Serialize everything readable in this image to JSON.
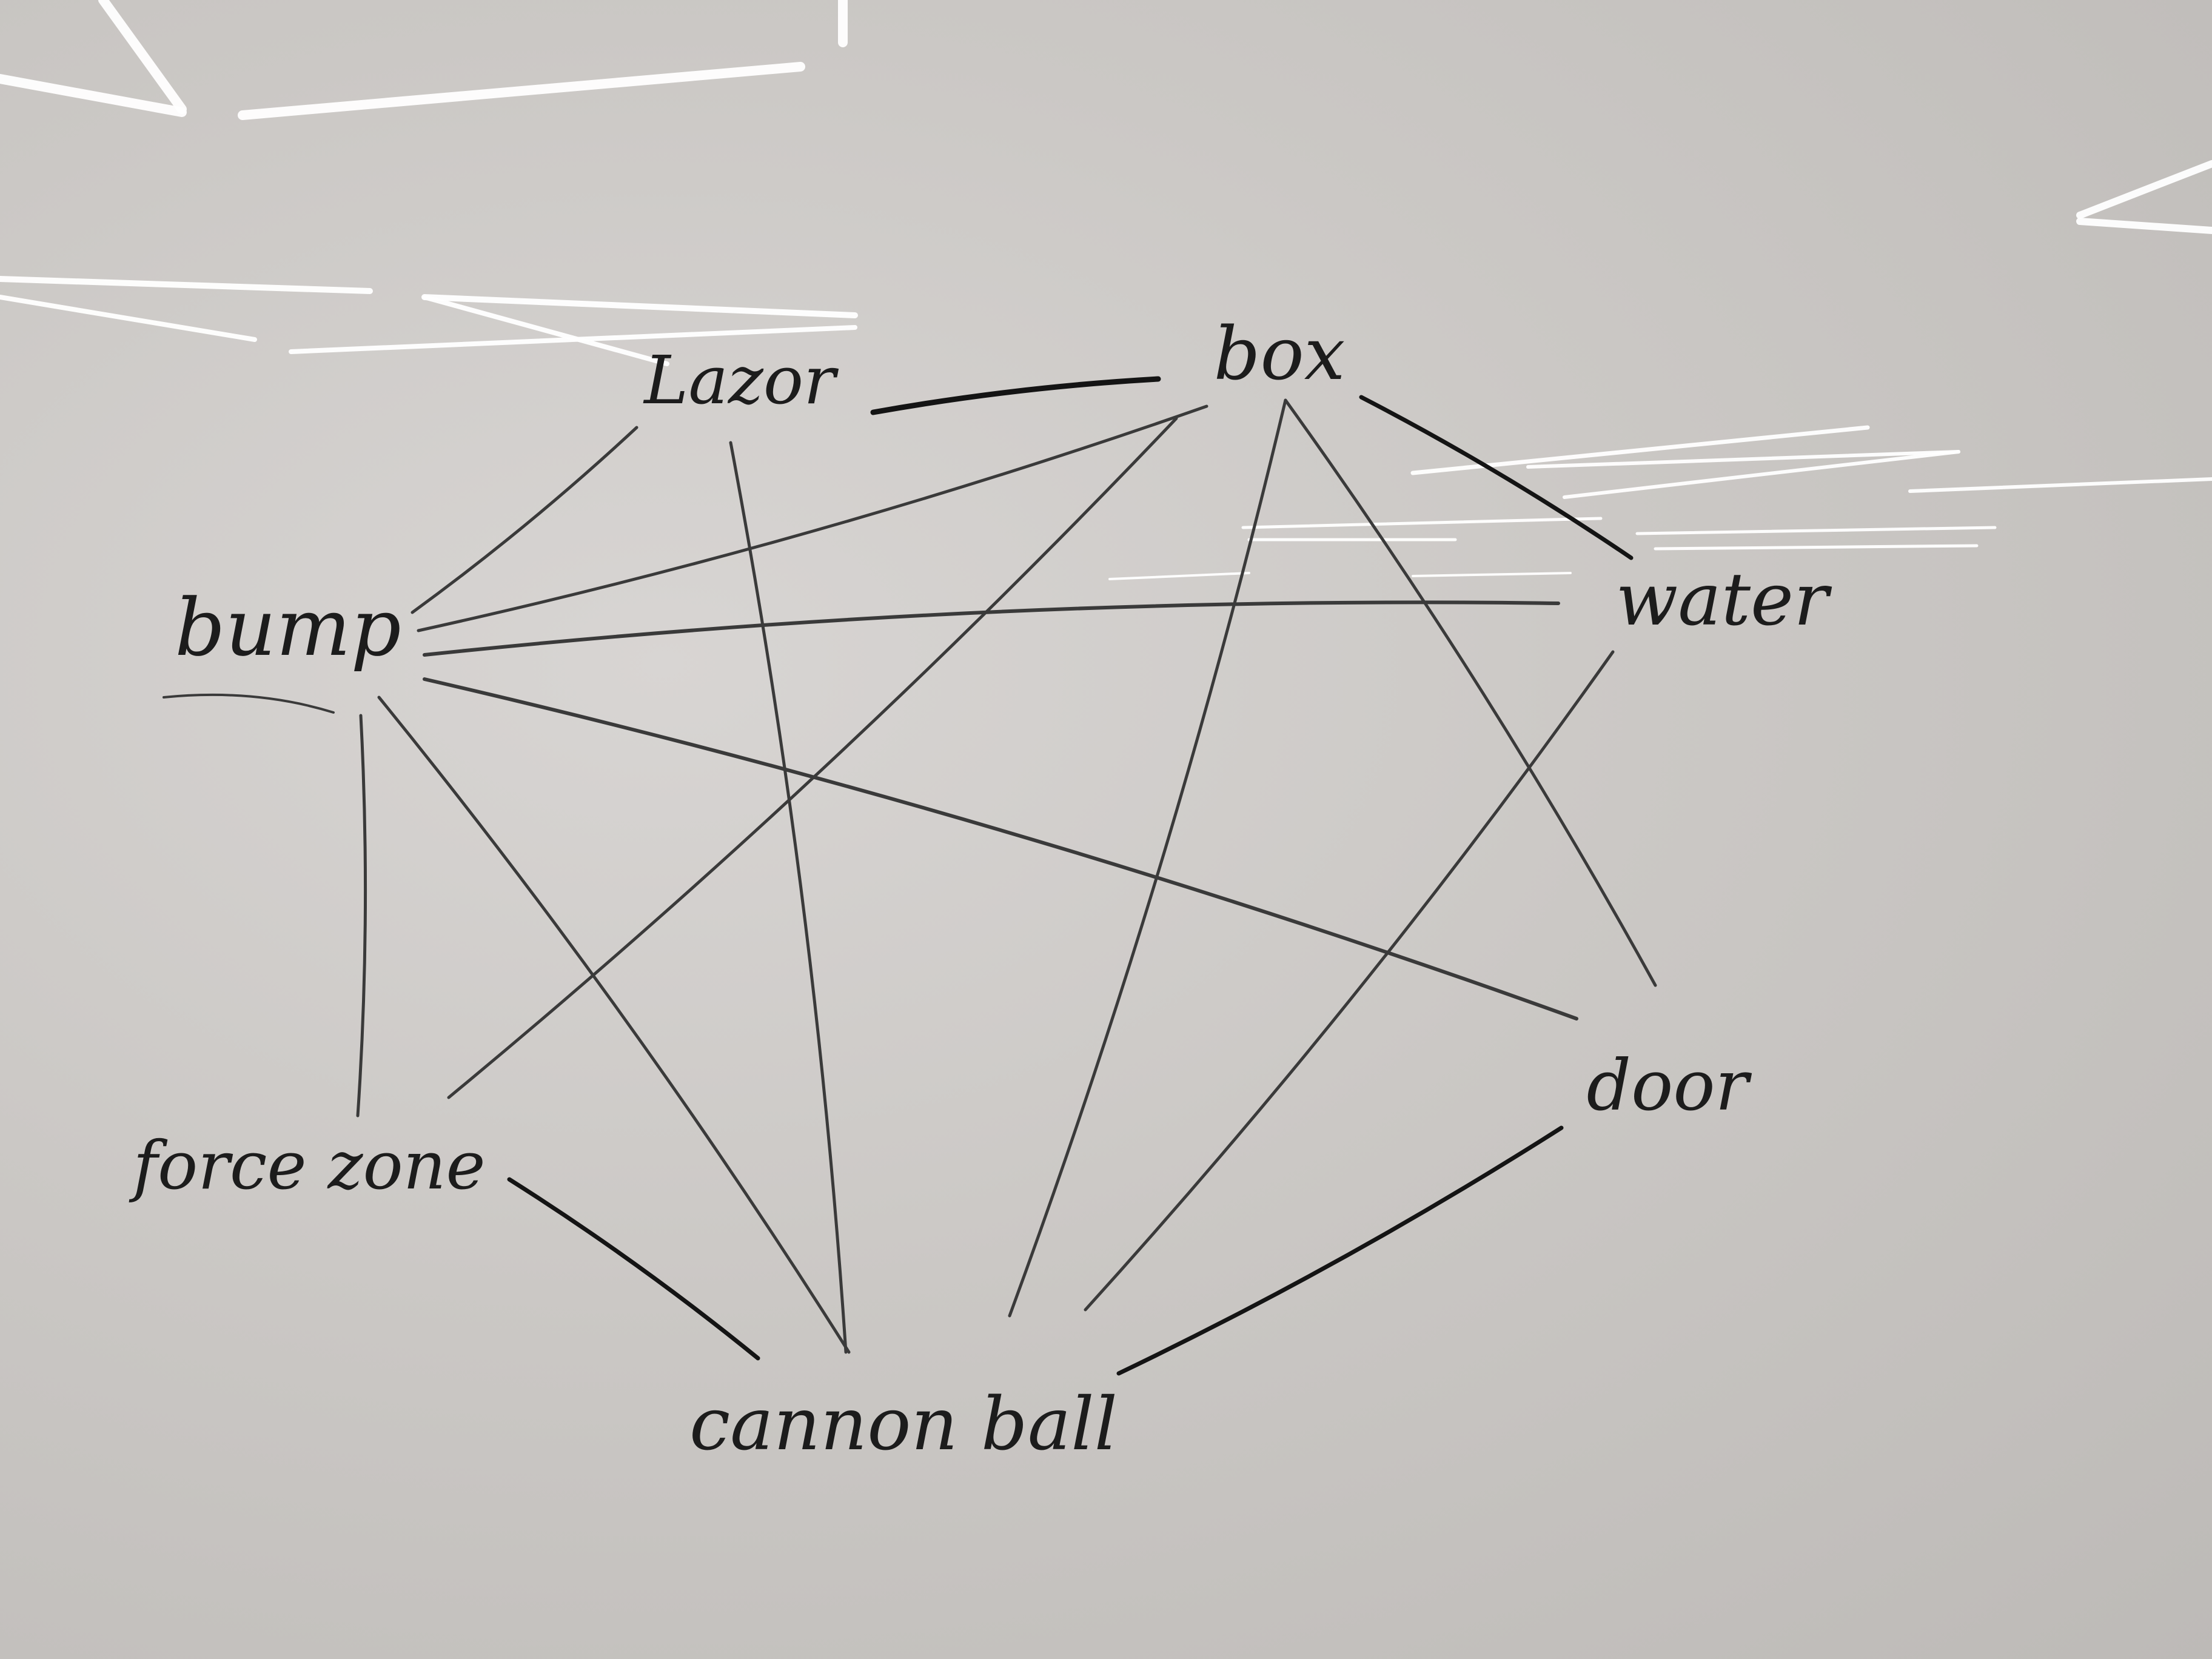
{
  "nodes": [
    {
      "id": "lazor",
      "label": "Lazor"
    },
    {
      "id": "box",
      "label": "box"
    },
    {
      "id": "bump",
      "label": "bump"
    },
    {
      "id": "water",
      "label": "water"
    },
    {
      "id": "door",
      "label": "door"
    },
    {
      "id": "force_zone",
      "label": "force zone"
    },
    {
      "id": "cannon_ball",
      "label": "cannon ball"
    }
  ],
  "edges": [
    [
      "lazor",
      "box"
    ],
    [
      "lazor",
      "bump"
    ],
    [
      "lazor",
      "cannon_ball"
    ],
    [
      "box",
      "bump"
    ],
    [
      "box",
      "water"
    ],
    [
      "box",
      "door"
    ],
    [
      "box",
      "force_zone"
    ],
    [
      "box",
      "cannon_ball"
    ],
    [
      "bump",
      "water"
    ],
    [
      "bump",
      "door"
    ],
    [
      "bump",
      "force_zone"
    ],
    [
      "bump",
      "cannon_ball"
    ],
    [
      "water",
      "cannon_ball"
    ],
    [
      "door",
      "cannon_ball"
    ],
    [
      "force_zone",
      "cannon_ball"
    ]
  ],
  "colors": {
    "board": "#cbc8c5",
    "ink": "#1c1c1c",
    "reflection": "#ffffff"
  }
}
